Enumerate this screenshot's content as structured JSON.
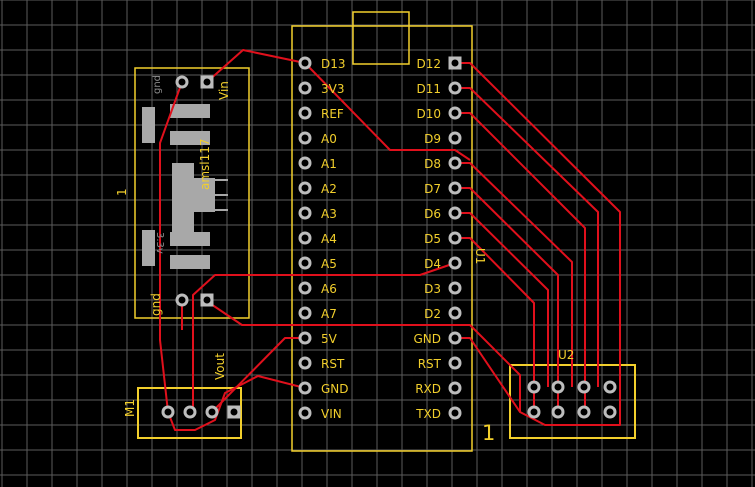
{
  "colors": {
    "background": "#000000",
    "grid": "#5c5c5c",
    "trace": "#e0101c",
    "silkscreen": "#f2cf2c",
    "pad_ring": "#bdbdbd",
    "smd_pad": "#a8a8a8"
  },
  "nano": {
    "left_labels": [
      "D13",
      "3V3",
      "REF",
      "A0",
      "A1",
      "A2",
      "A3",
      "A4",
      "A5",
      "A6",
      "A7",
      "5V",
      "RST",
      "GND",
      "VIN"
    ],
    "right_labels": [
      "D12",
      "D11",
      "D10",
      "D9",
      "D8",
      "D7",
      "D6",
      "D5",
      "D4",
      "D3",
      "D2",
      "GND",
      "RST",
      "RXD",
      "TXD"
    ],
    "ref": "U1",
    "corner_mark": "1"
  },
  "regulator": {
    "label_gnd_top": "gnd",
    "label_vin": "Vin",
    "label_part": "amsl117",
    "label_3v3": "3.3v",
    "label_gnd_bottom": "gnd",
    "side_mark": "1"
  },
  "m1": {
    "ref": "M1",
    "vout": "Vout"
  },
  "u2": {
    "ref": "U2"
  }
}
